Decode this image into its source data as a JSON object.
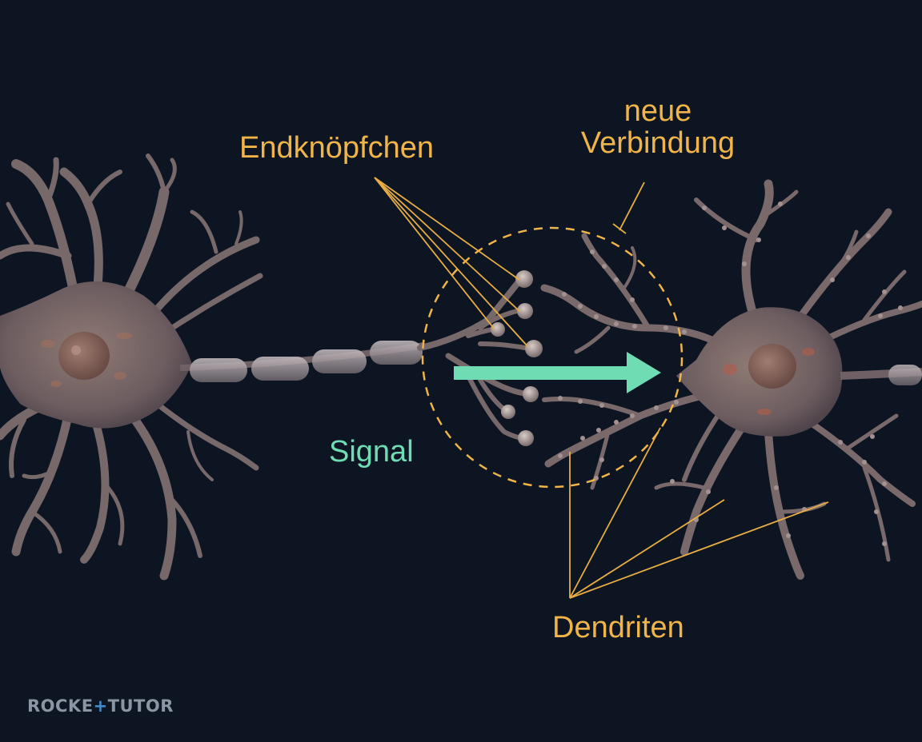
{
  "labels": {
    "terminal_buttons": "Endknöpfchen",
    "new_connection": [
      "neue",
      "Verbindung"
    ],
    "signal": "Signal",
    "dendrites": "Dendriten"
  },
  "logo": {
    "part1": "ROCKE",
    "plus": "+",
    "part2": "TUTOR"
  },
  "colors": {
    "background": "#0c1521",
    "label": "#f0b449",
    "signal": "#6fdcb3",
    "neuron": "#7c6a6a",
    "logo_text": "#8b96a5",
    "logo_accent": "#3f8ecf"
  }
}
